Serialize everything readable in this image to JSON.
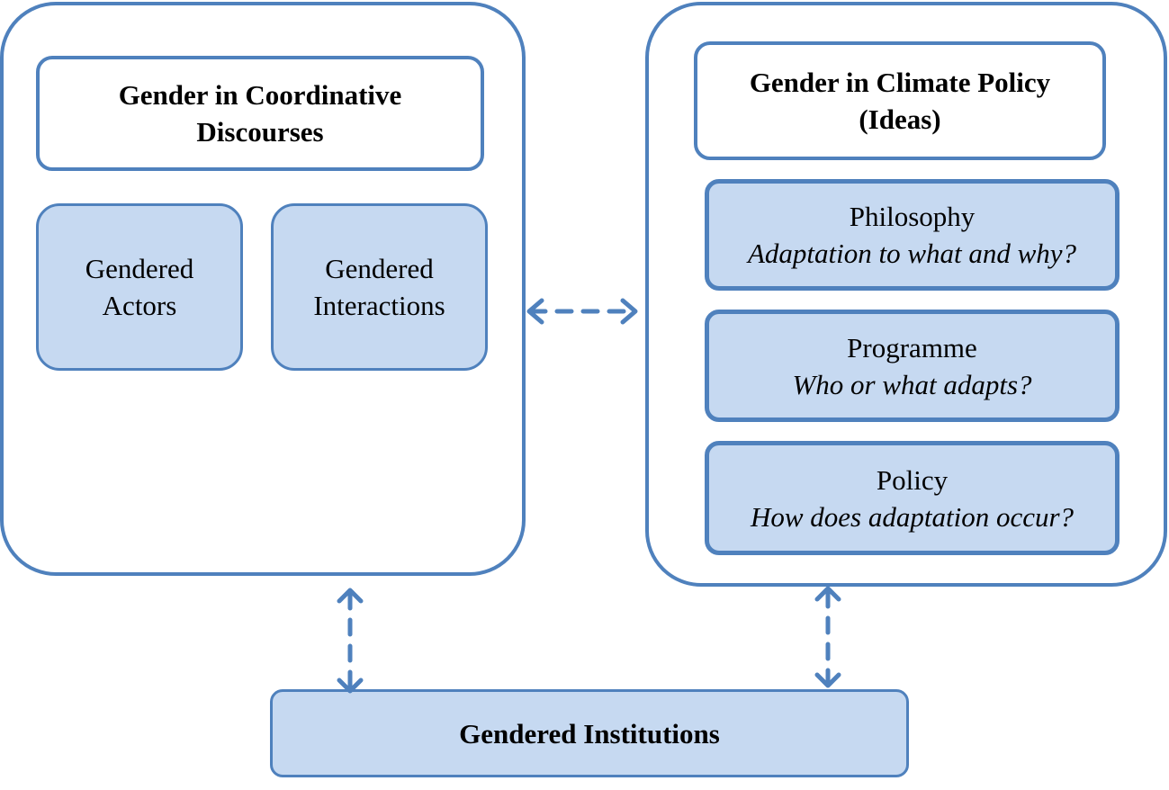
{
  "left_panel": {
    "title_line1": "Gender in Coordinative",
    "title_line2": "Discourses",
    "actors_line1": "Gendered",
    "actors_line2": "Actors",
    "interactions_line1": "Gendered",
    "interactions_line2": "Interactions"
  },
  "right_panel": {
    "title_line1": "Gender in Climate Policy",
    "title_line2": "(Ideas)",
    "philosophy": {
      "label": "Philosophy",
      "question": "Adaptation to what and why?"
    },
    "programme": {
      "label": "Programme",
      "question": "Who or what adapts?"
    },
    "policy": {
      "label": "Policy",
      "question": "How does adaptation occur?"
    }
  },
  "bottom": {
    "institutions_label": "Gendered Institutions"
  },
  "colors": {
    "border": "#4f81bd",
    "fill": "#c6d9f1",
    "arrow": "#4f81bd"
  }
}
